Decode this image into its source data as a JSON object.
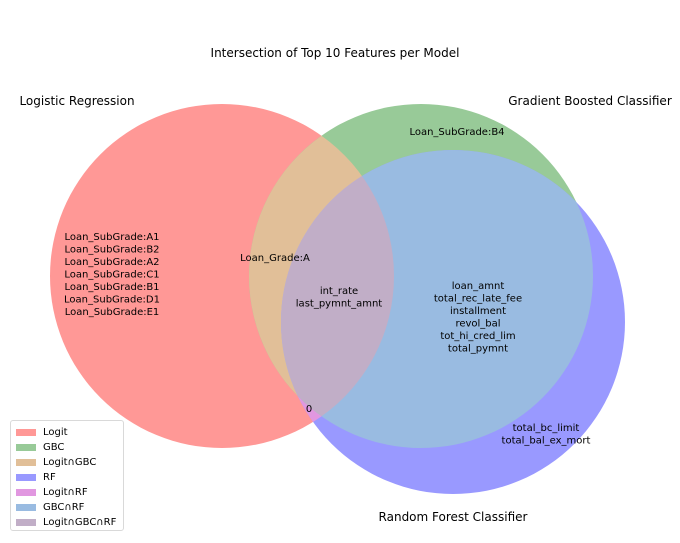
{
  "title": "Intersection of Top 10 Features per Model",
  "sets": {
    "logit": {
      "label": "Logistic Regression",
      "color": "#ff9896"
    },
    "gbc": {
      "label": "Gradient Boosted Classifier",
      "color": "#98ca98"
    },
    "rf": {
      "label": "Random Forest Classifier",
      "color": "#9999ff"
    }
  },
  "regions": {
    "logit_only": [
      "Loan_SubGrade:A1",
      "Loan_SubGrade:B2",
      "Loan_SubGrade:A2",
      "Loan_SubGrade:C1",
      "Loan_SubGrade:B1",
      "Loan_SubGrade:D1",
      "Loan_SubGrade:E1"
    ],
    "gbc_only": [
      "Loan_SubGrade:B4"
    ],
    "logit_gbc": [
      "Loan_Grade:A"
    ],
    "all_three": [
      "int_rate",
      "last_pymnt_amnt"
    ],
    "gbc_rf": [
      "loan_amnt",
      "total_rec_late_fee",
      "installment",
      "revol_bal",
      "tot_hi_cred_lim",
      "total_pymnt"
    ],
    "rf_only": [
      "total_bc_limit",
      "total_bal_ex_mort"
    ],
    "logit_rf": [
      "0"
    ]
  },
  "legend": [
    {
      "label": "Logit",
      "color": "#ff9896"
    },
    {
      "label": "GBC",
      "color": "#98ca98"
    },
    {
      "label": "Logit∩GBC",
      "color": "#e1bf98"
    },
    {
      "label": "RF",
      "color": "#9999ff"
    },
    {
      "label": "Logit∩RF",
      "color": "#e197e0"
    },
    {
      "label": "GBC∩RF",
      "color": "#99bbe1"
    },
    {
      "label": "Logit∩GBC∩RF",
      "color": "#c1aec7"
    }
  ]
}
